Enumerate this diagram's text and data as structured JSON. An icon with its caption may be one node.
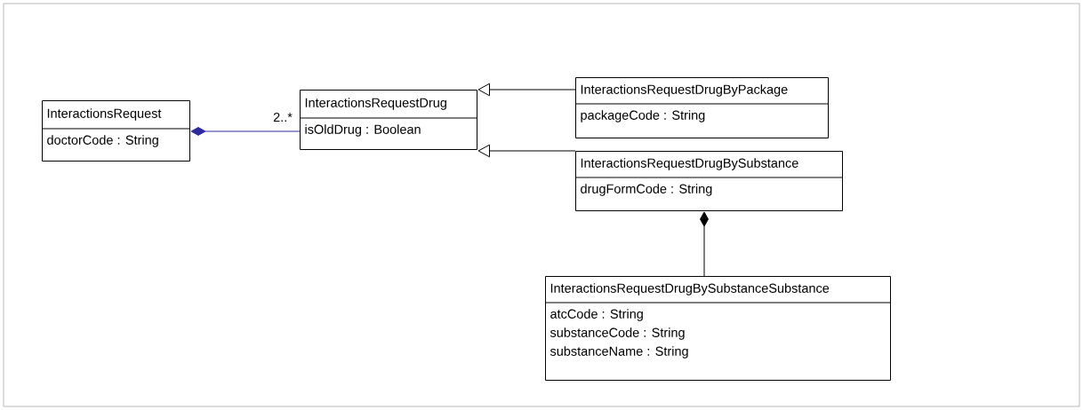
{
  "diagram": {
    "nodes": [
      {
        "text": [
          "InteractionsRequest",
          "doctorCode : String"
        ]
      },
      {
        "text": [
          "InteractionsRequestDrug",
          "isOldDrug : Boolean"
        ]
      },
      {
        "text": [
          "InteractionsRequestDrugByPackage",
          "packageCode : String"
        ]
      },
      {
        "text": [
          "InteractionsRequestDrugBySubstance",
          "drugFormCode : String"
        ]
      },
      {
        "text": [
          "InteractionsRequestDrugBySubstanceSubstance",
          "atcCode : String",
          "substanceCode : String",
          "substanceName : String"
        ]
      }
    ],
    "edges": [
      {
        "from": 0,
        "to": 1,
        "arrow": "other",
        "label": "2..*",
        "color": "#2b2b9e"
      },
      {
        "from": 2,
        "to": 1,
        "arrow": "to"
      },
      {
        "from": 3,
        "to": 1,
        "arrow": "to"
      },
      {
        "from": 3,
        "to": 4,
        "arrow": "other"
      }
    ]
  }
}
